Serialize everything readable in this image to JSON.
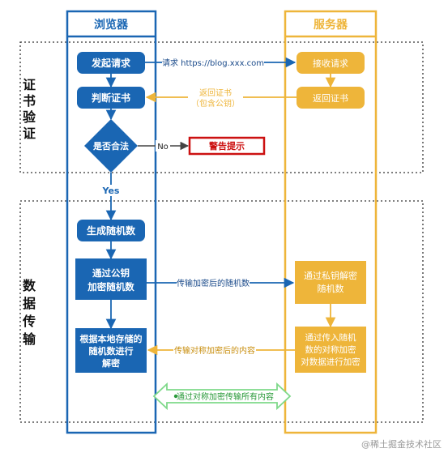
{
  "lanes": {
    "browser": {
      "title": "浏览器",
      "color": "#1a66b3"
    },
    "server": {
      "title": "服务器",
      "color": "#eeb53a"
    }
  },
  "sections": {
    "cert": {
      "label": [
        "证",
        "书",
        "验",
        "证"
      ]
    },
    "data": {
      "label": [
        "数",
        "据",
        "传",
        "输"
      ]
    }
  },
  "browser_nodes": {
    "send": "发起请求",
    "judge": "判断证书",
    "valid": "是否合法",
    "gen": "生成随机数",
    "encrypt": [
      "通过公钥",
      "加密随机数"
    ],
    "decrypt": [
      "根据本地存储的",
      "随机数进行",
      "解密"
    ]
  },
  "server_nodes": {
    "receive": "接收请求",
    "return": "返回证书",
    "priv": [
      "通过私钥解密",
      "随机数"
    ],
    "sym": [
      "通过传入随机",
      "数的对称加密",
      "对数据进行加密"
    ]
  },
  "alert": {
    "text": "警告提示",
    "color": "#cc1111"
  },
  "edges": {
    "request": "请求 https://blog.xxx.com",
    "return_cert": [
      "返回证书",
      "（包含公钥）"
    ],
    "no": "No",
    "yes": "Yes",
    "send_encrypted": "传输加密后的随机数",
    "send_sym": "传输对称加密后的内容",
    "all": "通过对称加密传输所有内容"
  },
  "watermark": "@稀土掘金技术社区"
}
